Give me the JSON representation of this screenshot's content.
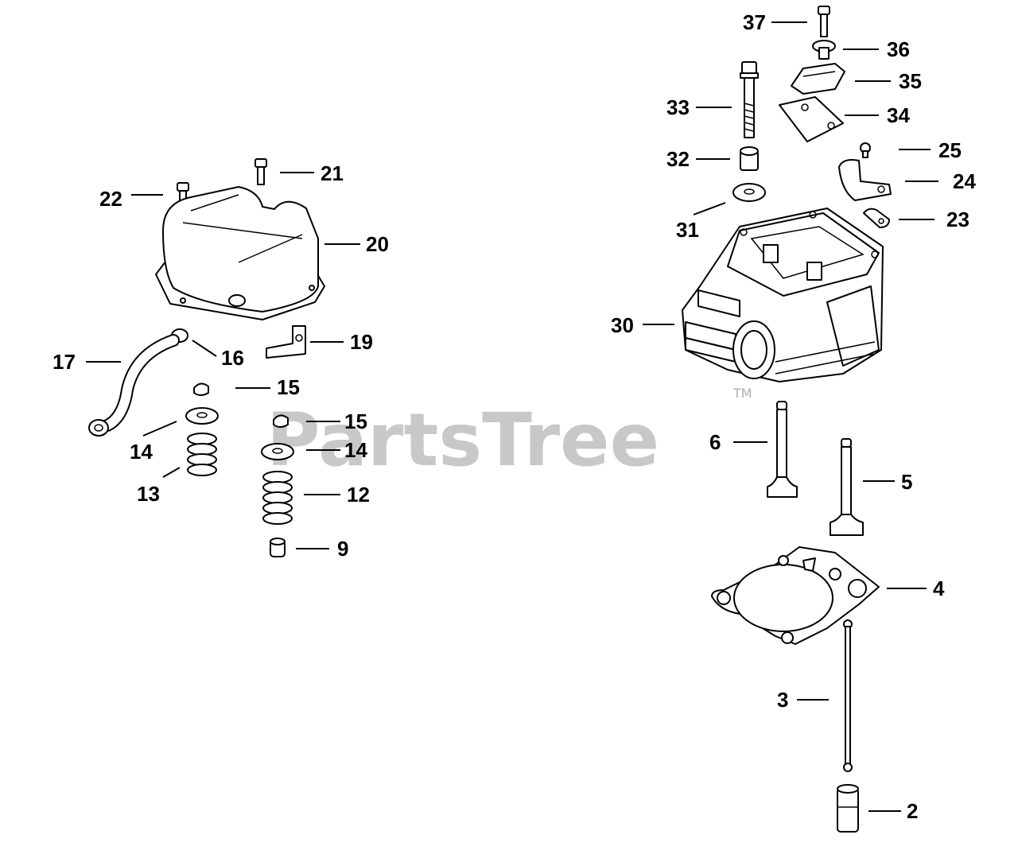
{
  "watermark": {
    "text": "PartsTree",
    "trademark": "TM"
  },
  "callouts": [
    {
      "id": "37",
      "text": "37"
    },
    {
      "id": "36",
      "text": "36"
    },
    {
      "id": "35",
      "text": "35"
    },
    {
      "id": "33",
      "text": "33"
    },
    {
      "id": "34",
      "text": "34"
    },
    {
      "id": "32",
      "text": "32"
    },
    {
      "id": "25",
      "text": "25"
    },
    {
      "id": "24",
      "text": "24"
    },
    {
      "id": "31",
      "text": "31"
    },
    {
      "id": "23",
      "text": "23"
    },
    {
      "id": "30",
      "text": "30"
    },
    {
      "id": "6",
      "text": "6"
    },
    {
      "id": "5",
      "text": "5"
    },
    {
      "id": "4",
      "text": "4"
    },
    {
      "id": "3",
      "text": "3"
    },
    {
      "id": "2",
      "text": "2"
    },
    {
      "id": "21",
      "text": "21"
    },
    {
      "id": "22",
      "text": "22"
    },
    {
      "id": "20",
      "text": "20"
    },
    {
      "id": "19",
      "text": "19"
    },
    {
      "id": "17",
      "text": "17"
    },
    {
      "id": "16",
      "text": "16"
    },
    {
      "id": "15a",
      "text": "15"
    },
    {
      "id": "15b",
      "text": "15"
    },
    {
      "id": "14a",
      "text": "14"
    },
    {
      "id": "14b",
      "text": "14"
    },
    {
      "id": "13",
      "text": "13"
    },
    {
      "id": "12",
      "text": "12"
    },
    {
      "id": "9",
      "text": "9"
    }
  ]
}
